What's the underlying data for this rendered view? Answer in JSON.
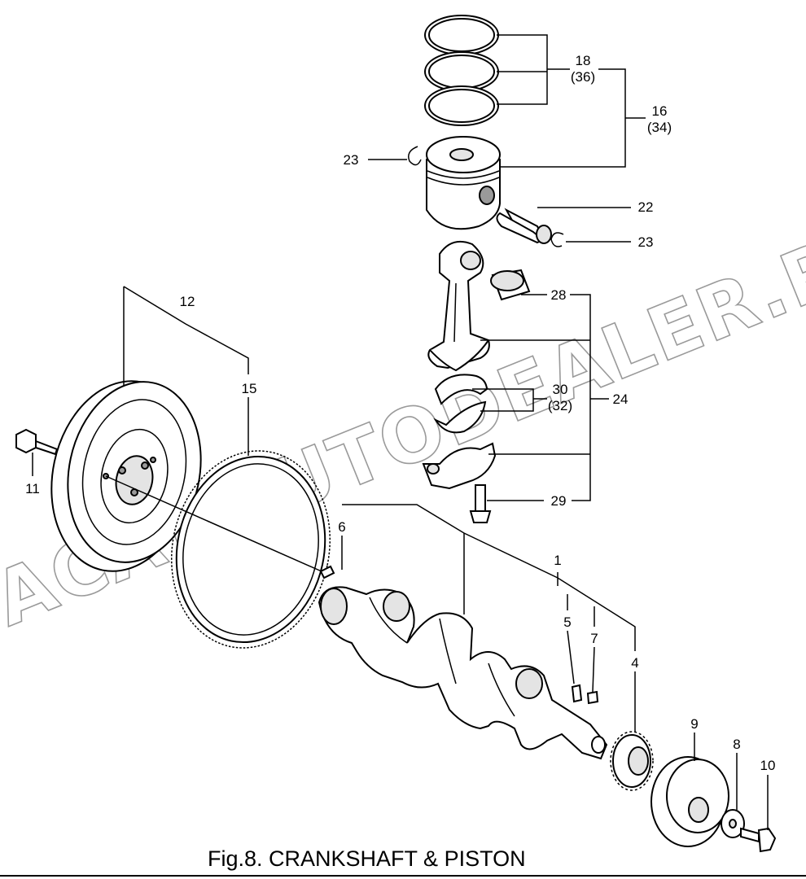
{
  "caption": "Fig.8.  CRANKSHAFT & PISTON",
  "watermark": "ACAT.AUTODEALER.RU",
  "callouts": {
    "c1": "1",
    "c4": "4",
    "c5": "5",
    "c6": "6",
    "c7": "7",
    "c8": "8",
    "c9": "9",
    "c10": "10",
    "c11": "11",
    "c12": "12",
    "c15": "15",
    "c16": "16",
    "c16_alt": "(34)",
    "c18": "18",
    "c18_alt": "(36)",
    "c22": "22",
    "c23_left": "23",
    "c23_right": "23",
    "c24": "24",
    "c28": "28",
    "c29": "29",
    "c30": "30",
    "c30_alt": "(32)"
  }
}
